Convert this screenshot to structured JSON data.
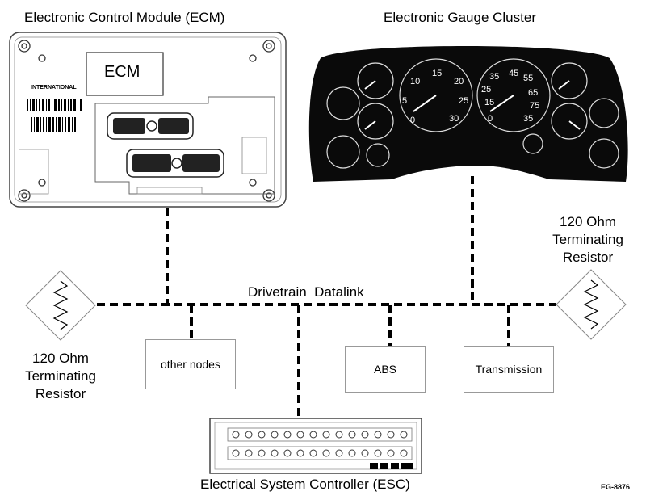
{
  "ecm": {
    "title": "Electronic Control Module (ECM)",
    "badge": "ECM",
    "brand": "INTERNATIONAL"
  },
  "gauge_cluster": {
    "title": "Electronic Gauge Cluster"
  },
  "datalink": {
    "label": "Drivetrain  Datalink"
  },
  "resistor_left": {
    "line1": "120 Ohm",
    "line2": "Terminating",
    "line3": "Resistor"
  },
  "resistor_right": {
    "line1": "120 Ohm",
    "line2": "Terminating",
    "line3": "Resistor"
  },
  "nodes": {
    "other": "other nodes",
    "abs": "ABS",
    "transmission": "Transmission"
  },
  "esc": {
    "title": "Electrical System Controller (ESC)"
  },
  "figure_id": "EG-8876",
  "colors": {
    "line": "#000000",
    "box_border": "#999999",
    "cluster": "#0a0a0a"
  }
}
